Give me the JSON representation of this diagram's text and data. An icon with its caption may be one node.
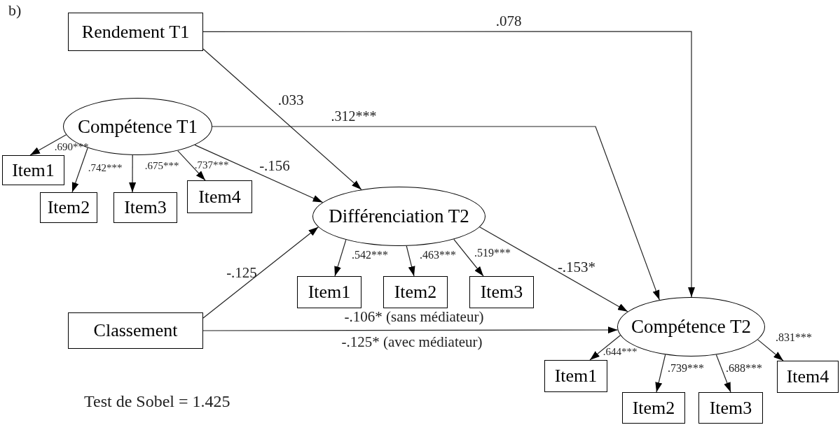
{
  "diagram": {
    "nodes": [
      {
        "text": [
          "Rendement T1"
        ]
      },
      {
        "text": [
          "Compétence T1"
        ]
      },
      {
        "text": [
          "Item1"
        ]
      },
      {
        "text": [
          "Item2"
        ]
      },
      {
        "text": [
          "Item3"
        ]
      },
      {
        "text": [
          "Item4"
        ]
      },
      {
        "text": [
          "Différenciation T2"
        ]
      },
      {
        "text": [
          "Item1"
        ]
      },
      {
        "text": [
          "Item2"
        ]
      },
      {
        "text": [
          "Item3"
        ]
      },
      {
        "text": [
          "Classement"
        ]
      },
      {
        "text": [
          "Compétence T2"
        ]
      },
      {
        "text": [
          "Item1"
        ]
      },
      {
        "text": [
          "Item2"
        ]
      },
      {
        "text": [
          "Item3"
        ]
      },
      {
        "text": [
          "Item4"
        ]
      }
    ],
    "edges": [
      {
        "from": 0,
        "to": 11,
        "arrow": "to",
        "label": ".078"
      },
      {
        "from": 0,
        "to": 6,
        "arrow": "to",
        "label": ".033"
      },
      {
        "from": 1,
        "to": 11,
        "arrow": "to",
        "label": ".312***"
      },
      {
        "from": 1,
        "to": 2,
        "arrow": "to",
        "label": ".690***"
      },
      {
        "from": 1,
        "to": 3,
        "arrow": "to",
        "label": ".742***"
      },
      {
        "from": 1,
        "to": 4,
        "arrow": "to",
        "label": ".675***"
      },
      {
        "from": 1,
        "to": 5,
        "arrow": "to",
        "label": ".737***"
      },
      {
        "from": 1,
        "to": 6,
        "arrow": "to",
        "label": "-.156"
      },
      {
        "from": 6,
        "to": 7,
        "arrow": "to",
        "label": ".542***"
      },
      {
        "from": 6,
        "to": 8,
        "arrow": "to",
        "label": ".463***"
      },
      {
        "from": 6,
        "to": 9,
        "arrow": "to",
        "label": ".519***"
      },
      {
        "from": 6,
        "to": 11,
        "arrow": "to",
        "label": "-.153*"
      },
      {
        "from": 10,
        "to": 6,
        "arrow": "to",
        "label": "-.125"
      },
      {
        "from": 10,
        "to": 11,
        "arrow": "to",
        "label": "-.106* (sans médiateur)"
      },
      {
        "from": 11,
        "to": 12,
        "arrow": "to",
        "label": ".644***"
      },
      {
        "from": 11,
        "to": 13,
        "arrow": "to",
        "label": ".739***"
      },
      {
        "from": 11,
        "to": 14,
        "arrow": "to",
        "label": ".688***"
      },
      {
        "from": 11,
        "to": 15,
        "arrow": "to",
        "label": ".831***"
      }
    ],
    "labels": [
      "b)",
      "-.125* (avec médiateur)",
      "Test de Sobel = 1.425"
    ]
  }
}
